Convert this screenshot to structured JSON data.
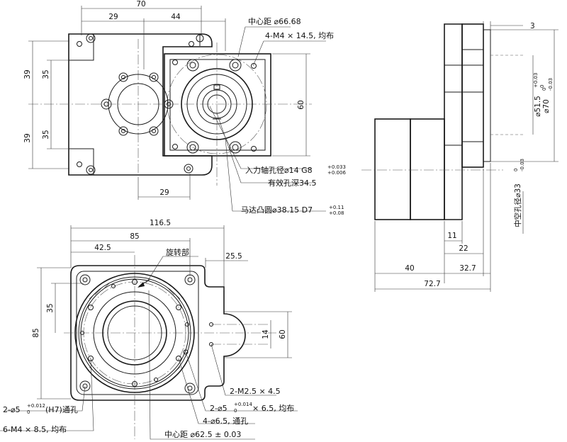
{
  "top_view": {
    "dims": {
      "w70": "70",
      "w29": "29",
      "w44": "44",
      "h39a": "39",
      "h35a": "35",
      "h35b": "35",
      "h39b": "39",
      "h60": "60",
      "w29b": "29"
    },
    "notes": {
      "pcd": "中心距 ⌀66.68",
      "taps": "4-M4 × 14.5, 均布",
      "bore_main": "入力轴孔径⌀14 G8",
      "bore_tol_up": "+0.033",
      "bore_tol_dn": "+0.006",
      "depth": "有效孔深34.5",
      "spigot_main": "马达凸圆⌀38.15 D7",
      "spigot_tol_up": "+0.11",
      "spigot_tol_dn": "+0.08"
    }
  },
  "side_view": {
    "dims": {
      "t3": "3",
      "d70_main": "⌀70",
      "d70_up": "0",
      "d70_dn": "-0.03",
      "d51_main": "⌀51.5",
      "d51_up": "+0.03",
      "d51_dn": "0",
      "hollow_main": "中空孔径⌀33",
      "hollow_up": "0",
      "hollow_dn": "-0.03",
      "l11": "11",
      "l22": "22",
      "l40": "40",
      "l32": "32.7",
      "l72": "72.7"
    }
  },
  "bottom_view": {
    "dims": {
      "w116": "116.5",
      "w85": "85",
      "w42": "42.5",
      "w25": "25.5",
      "h35": "35",
      "h85": "85",
      "h14": "14",
      "h60": "60"
    },
    "notes": {
      "rotating": "旋转部",
      "m25": "2-M2.5 × 4.5",
      "pin5b_pre": "2-⌀5",
      "pin5b_up": "+0.014",
      "pin5b_lo": "0",
      "pin5b_post": "× 6.5, 均布",
      "holes65": "4-⌀6.5, 通孔",
      "pin5a_pre": "2-⌀5",
      "pin5a_up": "+0.012",
      "pin5a_lo": "0",
      "pin5a_post": "(H7)通孔",
      "m4": "6-M4 × 8.5, 均布",
      "pcd": "中心距 ⌀62.5 ± 0.03"
    }
  }
}
